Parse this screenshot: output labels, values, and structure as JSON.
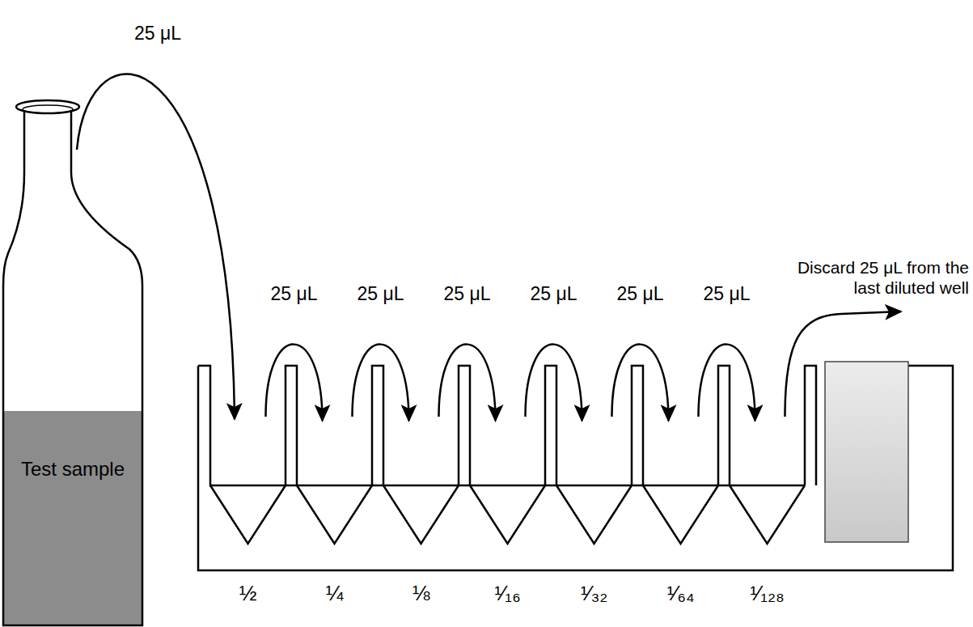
{
  "diagram": {
    "nodes": [
      {
        "text": [
          "Test sample"
        ]
      }
    ],
    "labels": [
      "25 μL",
      "25 μL",
      "25 μL",
      "25 μL",
      "25 μL",
      "25 μL",
      "25 μL",
      "Discard 25 μL from the last diluted well",
      "½",
      "¼",
      "⅛",
      "¹⁄₁₆",
      "¹⁄₃₂",
      "¹⁄₆₄",
      "¹⁄₁₂₈"
    ]
  }
}
